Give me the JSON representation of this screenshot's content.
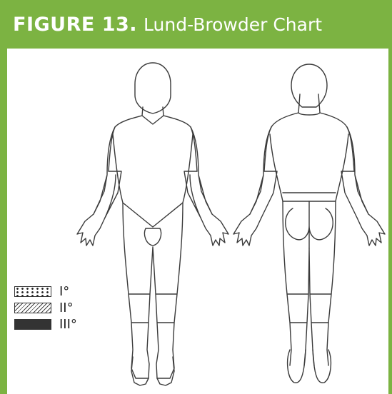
{
  "figure": {
    "label": "FIGURE 13.",
    "title": "Lund-Browder Chart"
  },
  "legend": [
    {
      "pattern": "dotted",
      "label": "I°"
    },
    {
      "pattern": "hatched",
      "label": "II°"
    },
    {
      "pattern": "solid",
      "label": "III°"
    }
  ],
  "colors": {
    "banner": "#7cb342",
    "outline": "#3a3a3a",
    "text": "#ffffff"
  }
}
